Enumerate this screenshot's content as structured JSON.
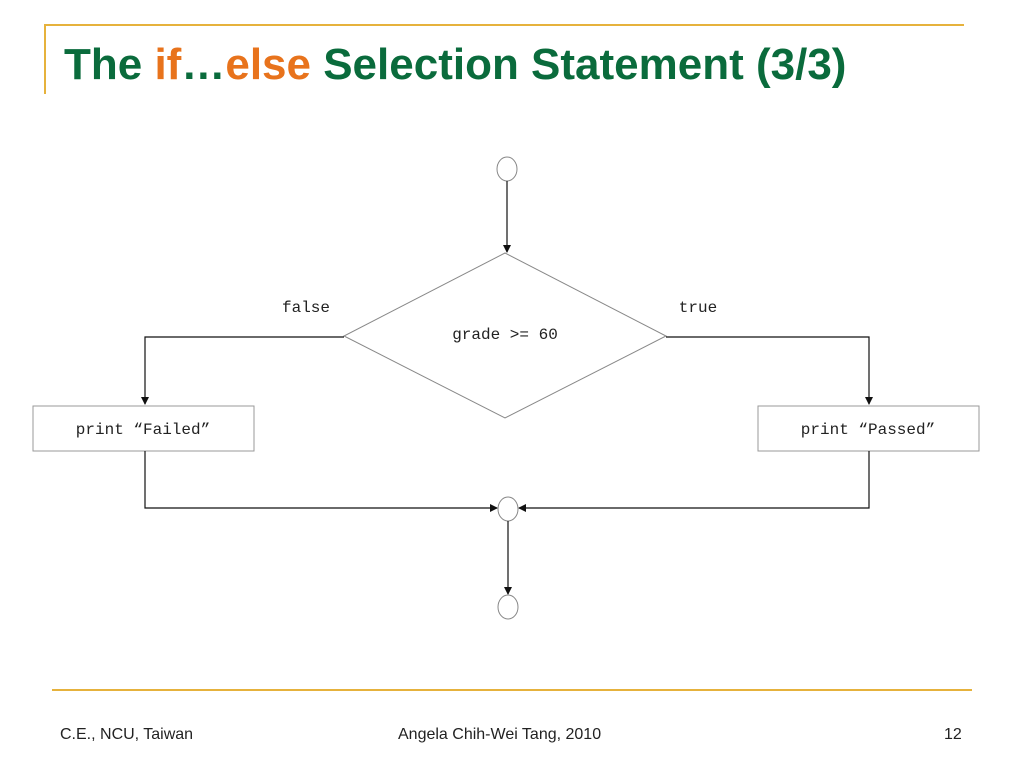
{
  "title": {
    "prefix": "The ",
    "kw_if": "if",
    "ellipsis": "…",
    "kw_else": "else",
    "suffix": " Selection Statement (3/3)"
  },
  "colors": {
    "title_green": "#0a6b3c",
    "keyword_orange": "#e8731c",
    "rule_gold": "#e6b23c"
  },
  "diagram": {
    "condition": "grade >= 60",
    "false_label": "false",
    "true_label": "true",
    "false_action": "print “Failed”",
    "true_action": "print “Passed”"
  },
  "footer": {
    "left": "C.E., NCU, Taiwan",
    "center": "Angela Chih-Wei Tang, 2010",
    "page": "12"
  }
}
